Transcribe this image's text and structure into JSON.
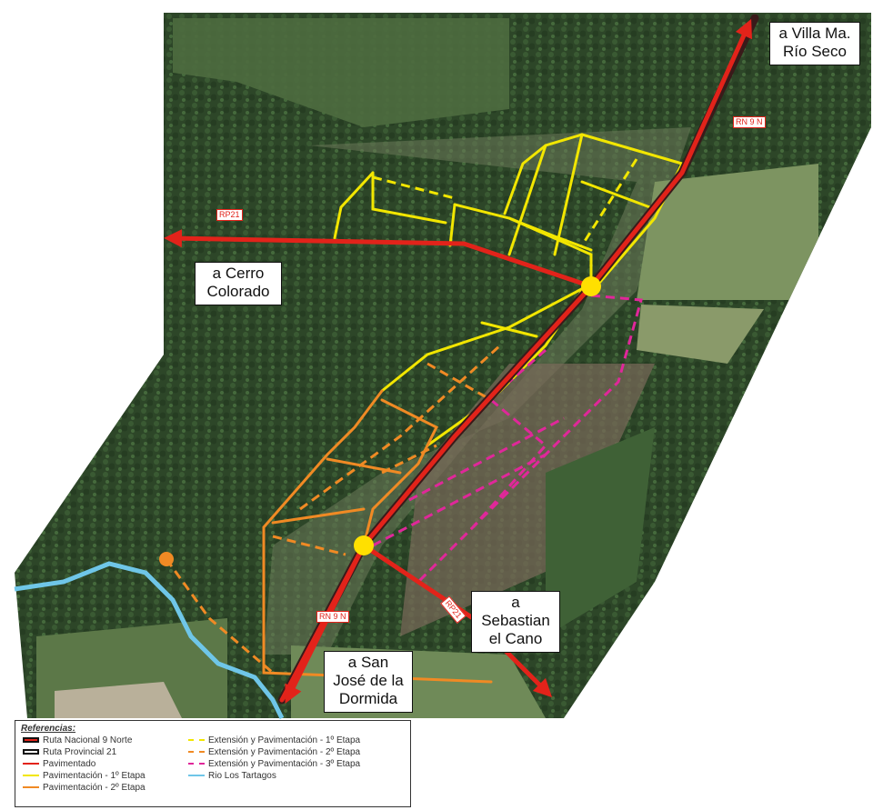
{
  "labels": {
    "villa_ma": "a Villa Ma.\nRío Seco",
    "cerro_colorado": "a Cerro\nColorado",
    "sebastian": "a\nSebastian\nel Cano",
    "san_jose": "a San\nJosé de la\nDormida"
  },
  "road_tags": {
    "rp21_west": "RP21",
    "rn9_north": "RN 9 N",
    "rn9_south": "RN 9 N",
    "rp21_south": "RP21"
  },
  "legend": {
    "title": "Referencias:",
    "items": [
      {
        "label": "Ruta Nacional 9 Norte",
        "color": "#e2231a",
        "style": "box"
      },
      {
        "label": "Ruta Provincial 21",
        "color": "#111111",
        "style": "box"
      },
      {
        "label": "Pavimentado",
        "color": "#e2231a",
        "style": "solid"
      },
      {
        "label": "Pavimentación - 1º Etapa",
        "color": "#f2e600",
        "style": "solid"
      },
      {
        "label": "Pavimentación - 2º Etapa",
        "color": "#f08a24",
        "style": "solid"
      },
      {
        "label": "Extensión y Pavimentación - 1º Etapa",
        "color": "#f2e600",
        "style": "dashed"
      },
      {
        "label": "Extensión y Pavimentación - 2º Etapa",
        "color": "#f08a24",
        "style": "dashed"
      },
      {
        "label": "Extensión y Pavimentación - 3º Etapa",
        "color": "#e0279a",
        "style": "dashed"
      },
      {
        "label": "Rio Los Tartagos",
        "color": "#6fc6e8",
        "style": "solid"
      }
    ]
  },
  "colors": {
    "forest": "#2f4a2a",
    "field": "#7a8f5e",
    "route_red": "#e2231a",
    "yellow": "#f2e600",
    "orange": "#f08a24",
    "magenta": "#e0279a",
    "river": "#6fc6e8",
    "junction": "#ffe000"
  }
}
